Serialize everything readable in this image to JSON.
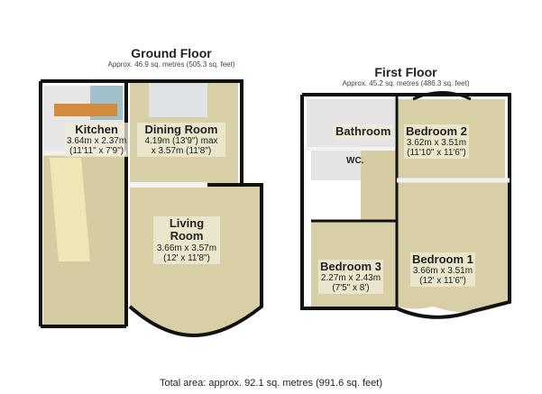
{
  "ground_floor": {
    "title": "Ground Floor",
    "area": "Approx. 46.9 sq. metres (505.3 sq. feet)",
    "rooms": [
      {
        "name": "Kitchen",
        "dims": [
          "3.64m x 2.37m",
          "(11'11\" x 7'9\")"
        ]
      },
      {
        "name": "Dining Room",
        "dims": [
          "4.19m (13'9\") max",
          "x 3.57m (11'8\")"
        ]
      },
      {
        "name": "Living Room",
        "dims": [
          "3.66m x 3.57m",
          "(12' x 11'8\")"
        ]
      }
    ]
  },
  "first_floor": {
    "title": "First Floor",
    "area": "Approx. 45.2 sq. metres (486.3 sq. feet)",
    "rooms": [
      {
        "name": "Bathroom",
        "dims": []
      },
      {
        "name": "WC.",
        "dims": []
      },
      {
        "name": "Bedroom 2",
        "dims": [
          "3.62m x 3.51m",
          "(11'10\" x 11'6\")"
        ]
      },
      {
        "name": "Bedroom 3",
        "dims": [
          "2.27m x 2.43m",
          "(7'5\" x 8')"
        ]
      },
      {
        "name": "Bedroom 1",
        "dims": [
          "3.66m x 3.51m",
          "(12' x 11'6\")"
        ]
      }
    ]
  },
  "total_area": "Total area: approx. 92.1 sq. metres (991.6 sq. feet)",
  "colors": {
    "wall": "#111111",
    "floor": "#d9cfa6",
    "inner_wall": "#f2f2f2",
    "tile": "#c9c9c9"
  }
}
